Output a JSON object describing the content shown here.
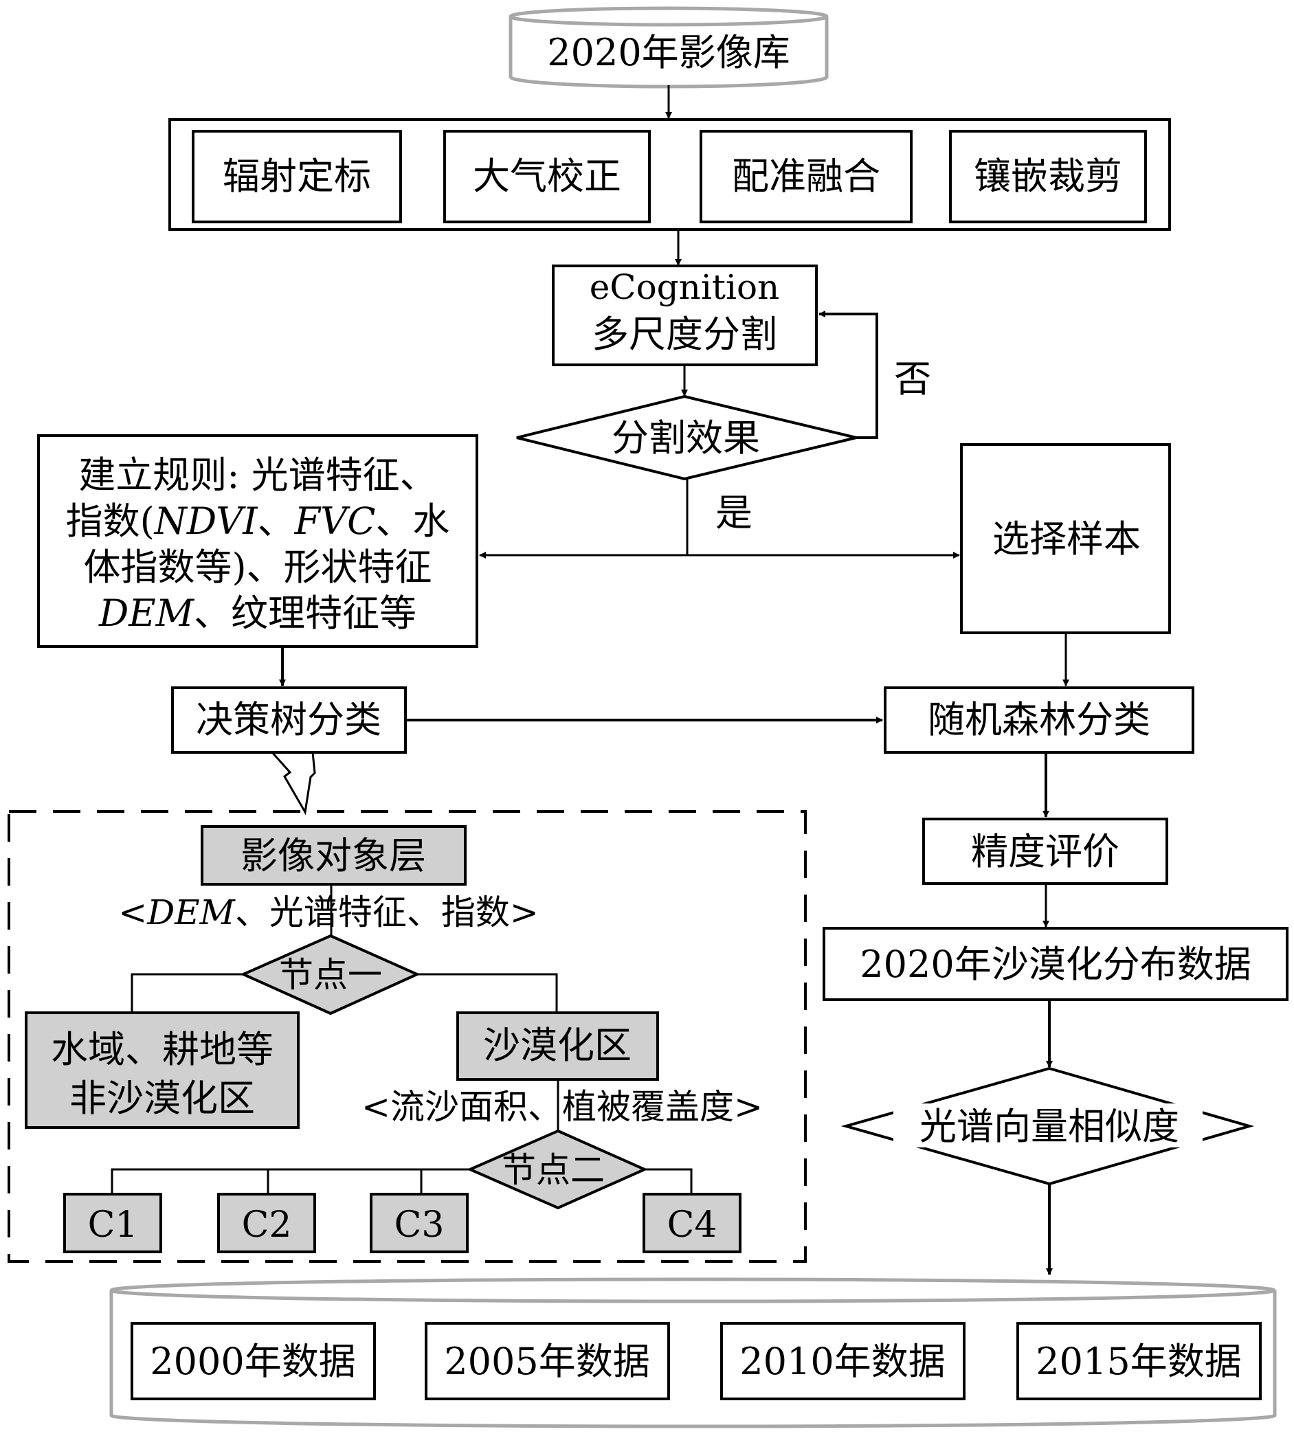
{
  "source": {
    "label": "2020年影像库"
  },
  "preprocessing": {
    "steps": [
      "辐射定标",
      "大气校正",
      "配准融合",
      "镶嵌裁剪"
    ]
  },
  "segmentation": {
    "line1": "eCognition",
    "line2": "多尺度分割"
  },
  "decision": {
    "label": "分割效果",
    "no_label": "否",
    "yes_label": "是"
  },
  "rules": {
    "lines": [
      [
        {
          "t": "建立规则: 光谱特征、",
          "i": false
        }
      ],
      [
        {
          "t": "指数(",
          "i": false
        },
        {
          "t": "NDVI",
          "i": true
        },
        {
          "t": "、",
          "i": false
        },
        {
          "t": "FVC",
          "i": true
        },
        {
          "t": "、水",
          "i": false
        }
      ],
      [
        {
          "t": "体指数等)、形状特征",
          "i": false
        }
      ],
      [
        {
          "t": "DEM",
          "i": true
        },
        {
          "t": "、纹理特征等",
          "i": false
        }
      ]
    ]
  },
  "sample": {
    "label": "选择样本"
  },
  "decision_tree": {
    "label": "决策树分类"
  },
  "random_forest": {
    "label": "随机森林分类"
  },
  "tree_detail": {
    "root": "影像对象层",
    "root_criteria_prefix": "<",
    "root_criteria_italic": "DEM",
    "root_criteria_rest": "、光谱特征、指数>",
    "node1": "节点一",
    "non_desert_line1": "水域、耕地等",
    "non_desert_line2": "非沙漠化区",
    "desert": "沙漠化区",
    "desert_criteria": "<流沙面积、植被覆盖度>",
    "node2": "节点二",
    "classes": [
      "C1",
      "C2",
      "C3",
      "C4"
    ]
  },
  "accuracy": {
    "label": "精度评价"
  },
  "result_2020": {
    "label": "2020年沙漠化分布数据"
  },
  "similarity": {
    "label": "光谱向量相似度"
  },
  "history": {
    "items": [
      "2000年数据",
      "2005年数据",
      "2010年数据",
      "2015年数据"
    ]
  }
}
